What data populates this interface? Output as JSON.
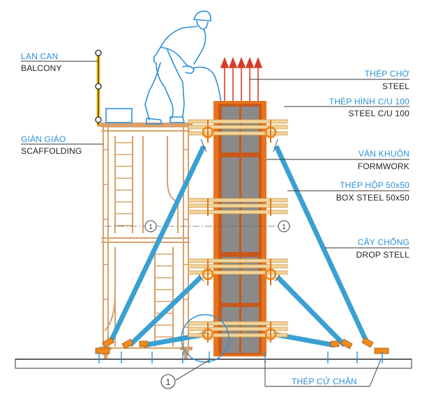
{
  "labels": {
    "railing": {
      "vn": "LAN CAN",
      "en": "BALCONY"
    },
    "scaffold": {
      "vn": "GIÀN GIÁO",
      "en": "SCAFFOLDING"
    },
    "starter_bar": {
      "vn": "THÉP CHỜ",
      "en": "STEEL"
    },
    "channel": {
      "vn": "THÉP HÌNH C/U 100",
      "en": "STEEL C/U 100"
    },
    "formwork": {
      "vn": "VÁN KHUÔN",
      "en": "FORMWORK"
    },
    "box_steel": {
      "vn": "THÉP HỘP 50x50",
      "en": "BOX STEEL 50x50"
    },
    "prop": {
      "vn": "CÂY CHỐNG",
      "en": "DROP STELL"
    },
    "base_anchor": {
      "vn": "THÉP CỬ CHÂN"
    }
  },
  "markers": {
    "section": "1"
  },
  "colors": {
    "brace": "#3aa0d2",
    "column_frame": "#e8731e",
    "column_fill": "#8a8a8a",
    "timber": "#f2d49a",
    "clamp": "#f08a1a",
    "scaffold": "#d9a06a",
    "railing": "#f2c21a",
    "label_vn": "#2a8fd8",
    "label_en": "#222222",
    "worker": "#2a8fd8"
  }
}
